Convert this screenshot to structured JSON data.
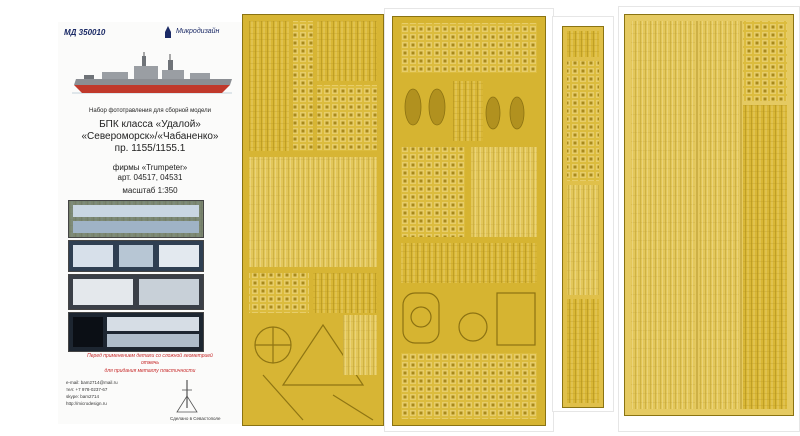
{
  "card": {
    "code": "МД 350010",
    "brand": "Микродизайн",
    "subtitle": "Набор фототравления для сборной модели",
    "line1": "БПК класса «Удалой»",
    "line2": "«Североморск»/«Чабаненко»",
    "line3": "пр. 1155/1155.1",
    "line4": "фирмы «Trumpeter»",
    "line5": "арт. 04517, 04531",
    "line6": "масштаб 1:350",
    "warning1": "Перед применением детали со сложной геометрией",
    "warning2": "отжечь",
    "warning3": "для придания металлу пластичности",
    "contact1": "e-mail: bam2714@mail.ru",
    "contact2": "тел: +7 978-0237-67",
    "contact3": "skype: bam2714",
    "contact4": "http://microdesign.ru",
    "footer": "Сделано в Севастополе"
  },
  "colors": {
    "brass": "#d9b736",
    "brass_light": "#ecd67e",
    "brass_dark": "#a88817",
    "hull_red": "#c0392b",
    "ship_gray": "#8b8e93",
    "ink_blue": "#1b2a66"
  },
  "icons": [
    "ship-icon",
    "kremlin-logo-icon",
    "monument-icon"
  ]
}
